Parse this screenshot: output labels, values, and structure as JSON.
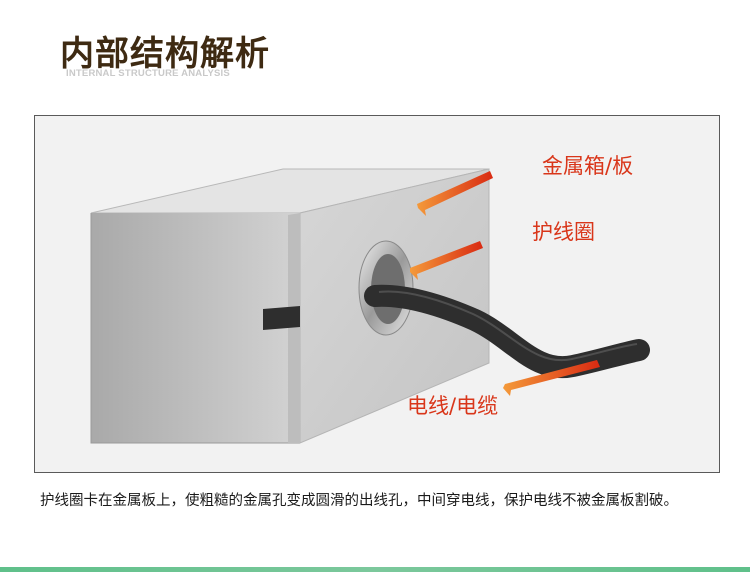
{
  "header": {
    "title": "内部结构解析",
    "subtitle": "INTERNAL STRUCTURE ANALYSIS"
  },
  "diagram": {
    "labels": {
      "metal_box": "金属箱/板",
      "grommet": "护线圈",
      "cable": "电线/电缆"
    },
    "colors": {
      "accent": "#d9361a",
      "box_front": "#cfcfcf",
      "cable": "#2e2e2e"
    }
  },
  "caption": {
    "text": "护线圈卡在金属板上，使粗糙的金属孔变成圆滑的出线孔，中间穿电线，保护电线不被金属板割破。"
  }
}
